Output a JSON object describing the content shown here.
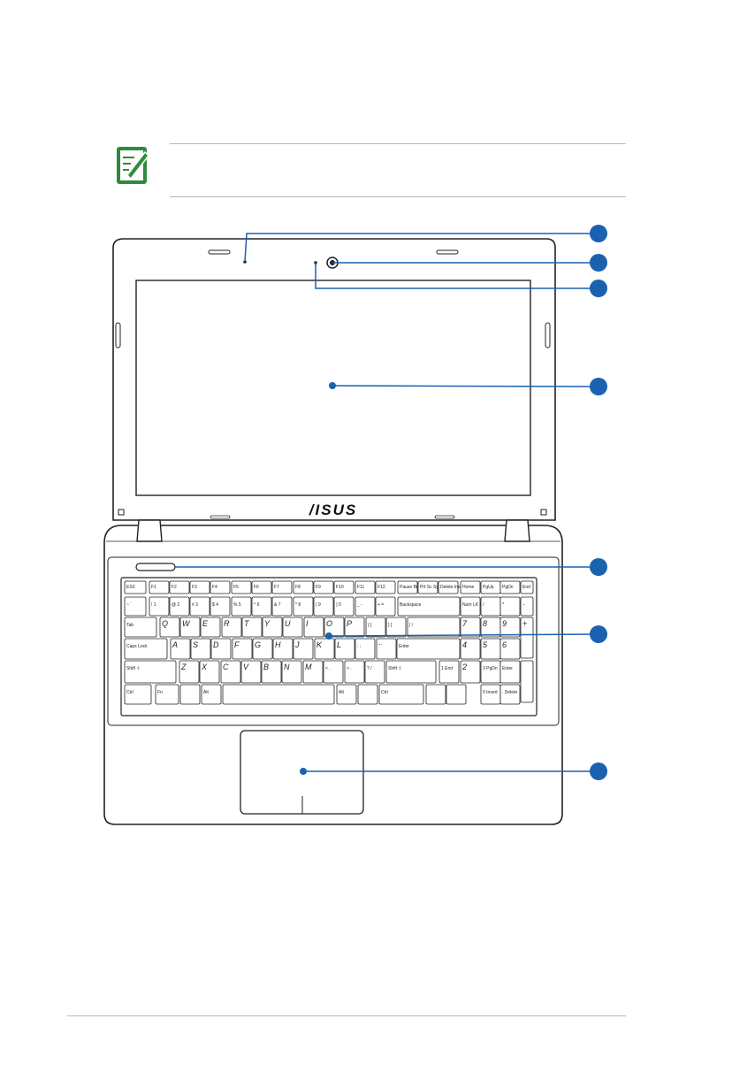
{
  "brand": "/ISUS",
  "keyboard": {
    "rows": [
      [
        "ESC",
        "F1",
        "F2",
        "F3",
        "F4",
        "F5",
        "F6",
        "F7",
        "F8",
        "F9",
        "F10",
        "F11",
        "F12",
        "Pause Break",
        "Prt Sc SysRq",
        "Delete Insert",
        "Home",
        "PgUp",
        "PgDn",
        "End"
      ],
      [
        "~ `",
        "! 1",
        "@ 2",
        "# 3",
        "$ 4",
        "% 5",
        "^ 6",
        "& 7",
        "* 8",
        "( 9",
        ") 0",
        "_ -",
        "+ =",
        "Backspace",
        "Num LK Scr LK",
        "/",
        "*",
        "−"
      ],
      [
        "Tab",
        "Q",
        "W",
        "E",
        "R",
        "T",
        "Y",
        "U",
        "I",
        "O",
        "P",
        "{ [",
        "} ]",
        "| \\",
        "7",
        "8",
        "9",
        "+"
      ],
      [
        "Caps Lock",
        "A",
        "S",
        "D",
        "F",
        "G",
        "H",
        "J",
        "K",
        "L",
        ": ;",
        "\" '",
        "Enter",
        "4",
        "5",
        "6"
      ],
      [
        "Shift ⇧",
        "Z",
        "X",
        "C",
        "V",
        "B",
        "N",
        "M",
        "< ,",
        "> .",
        "? /",
        "Shift ⇧",
        "1 End",
        "2",
        "3 PgDn",
        "Enter"
      ],
      [
        "Ctrl",
        "Fn",
        "",
        "Alt",
        "",
        "Alt",
        "",
        "Ctrl",
        "",
        "",
        "0 Insert",
        ". Delete"
      ]
    ]
  },
  "colors": {
    "callout": "#1a62b0",
    "note_icon": "#2e8b3d",
    "rule": "#b8b8b8"
  }
}
